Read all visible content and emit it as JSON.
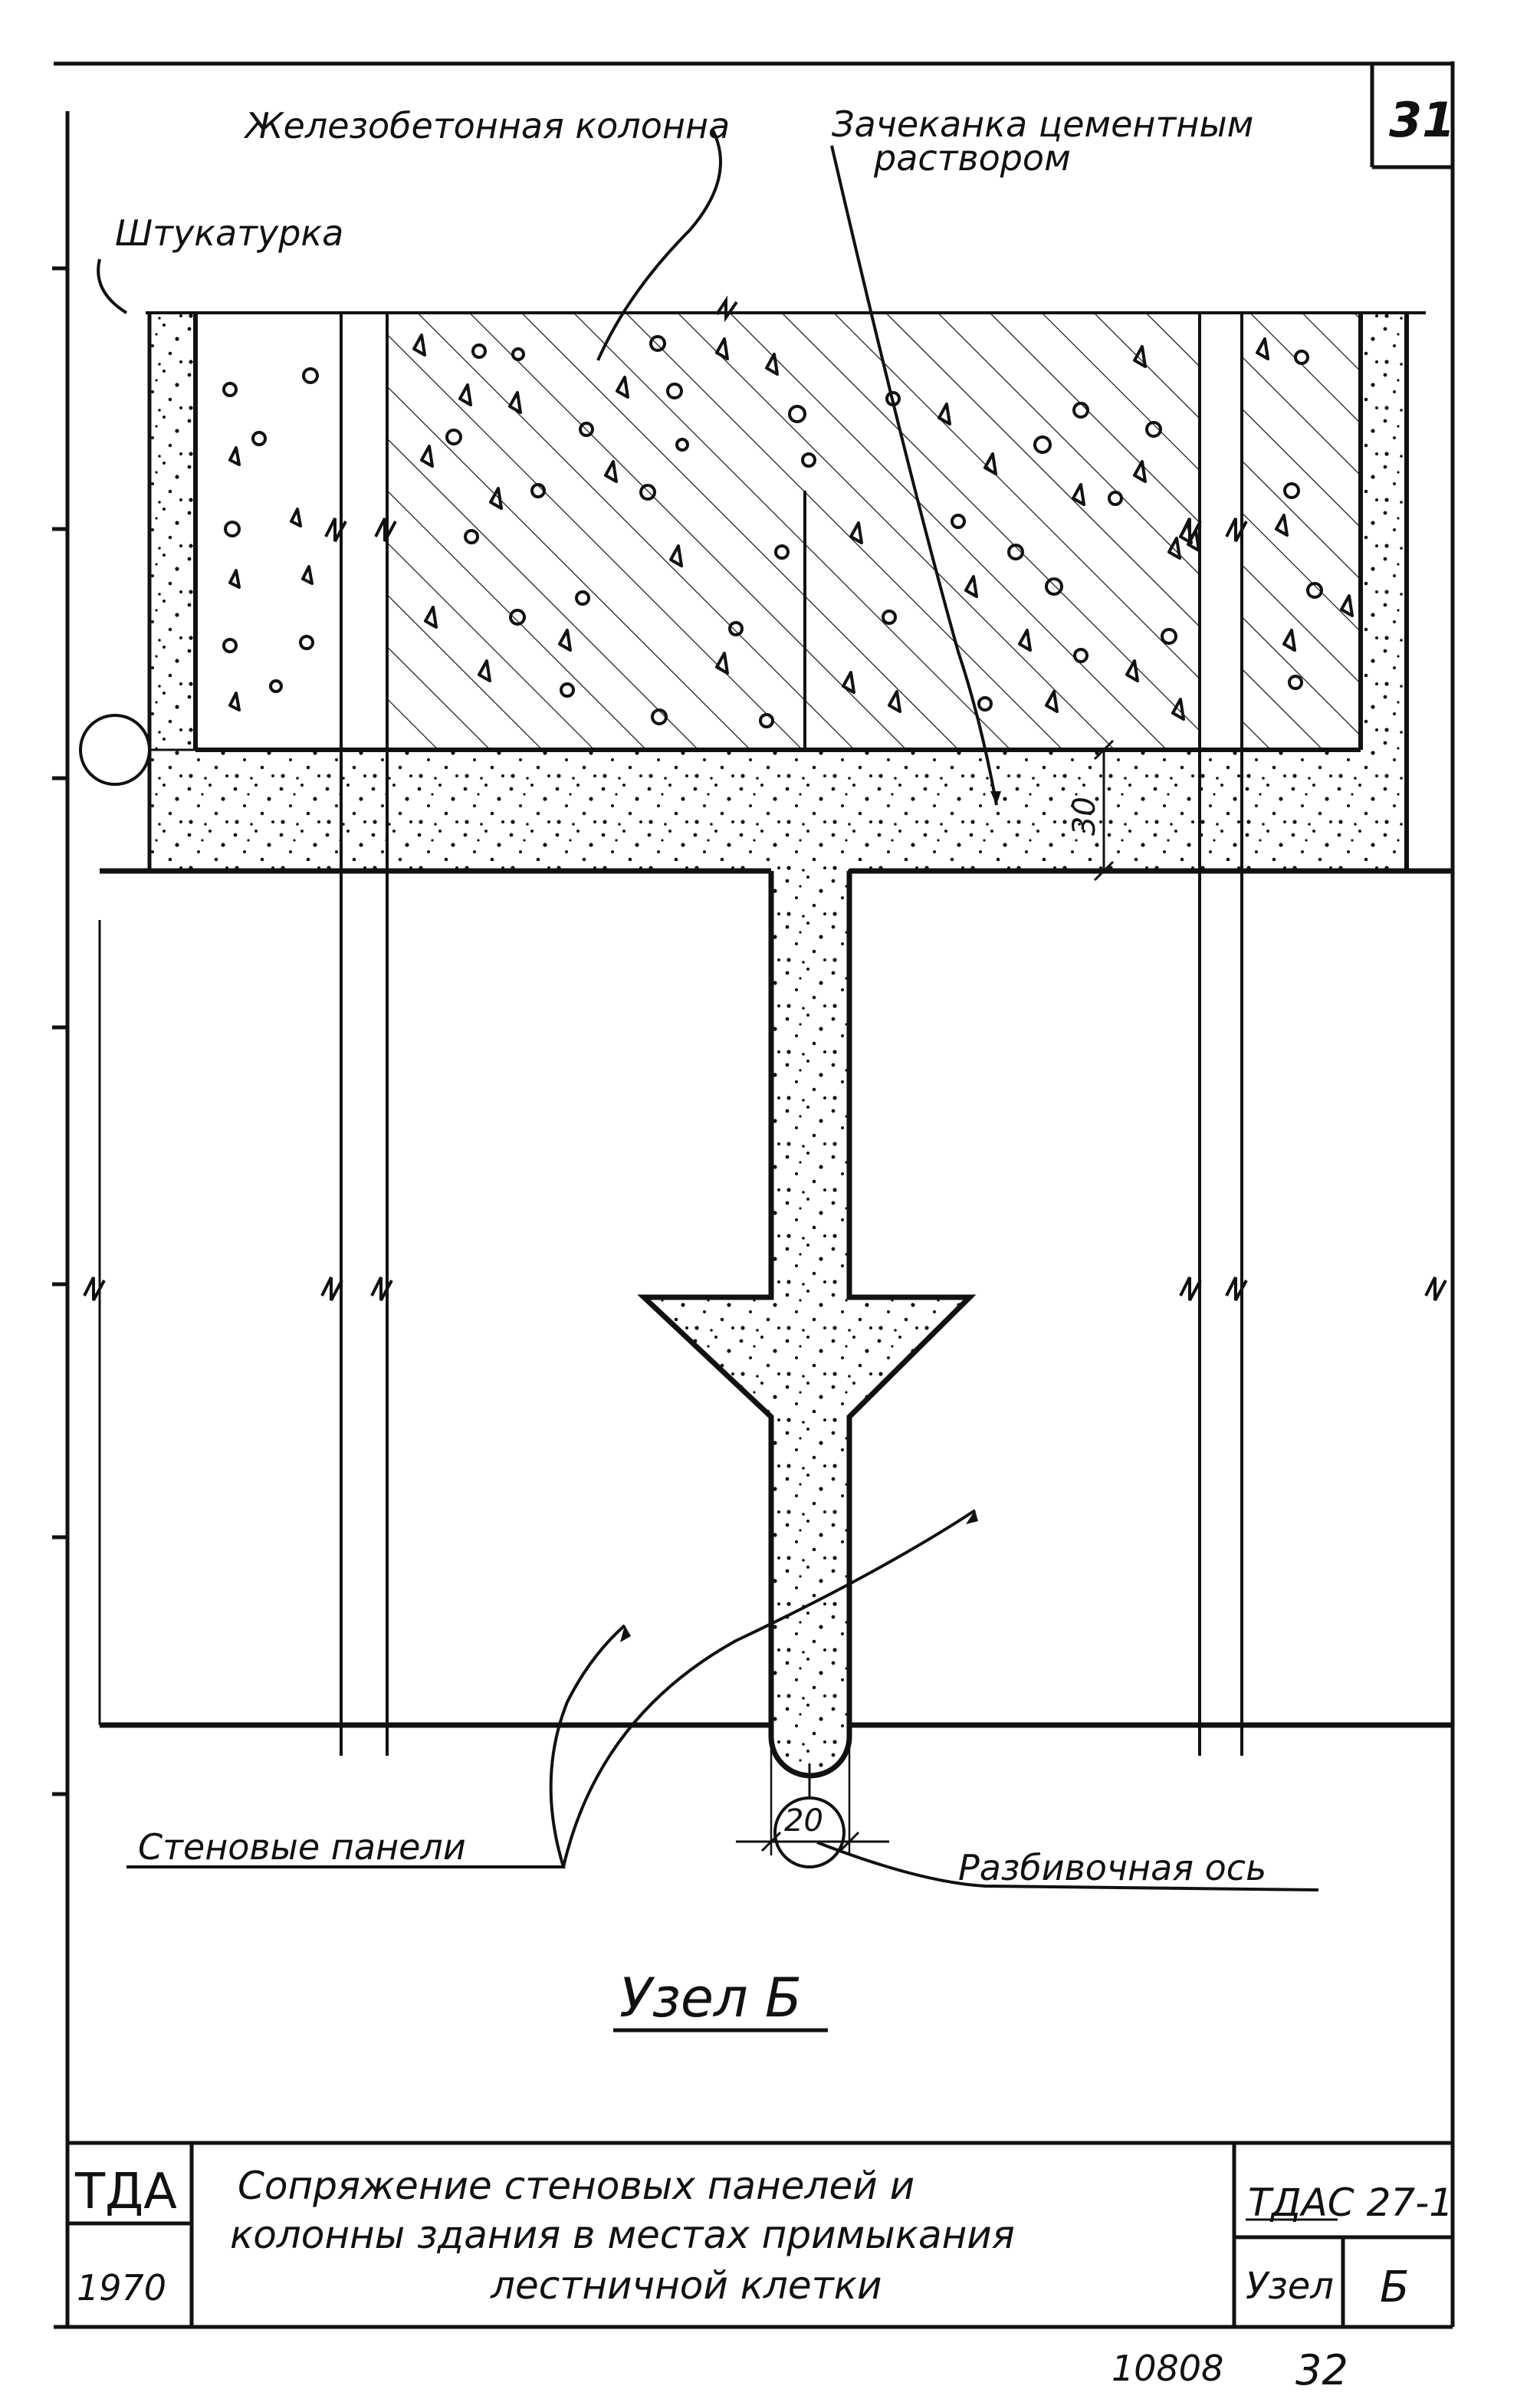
{
  "sheet": {
    "page_number": "31",
    "bottom_number": "10808",
    "bottom_page": "32"
  },
  "labels": {
    "column": "Железобетонная колонна",
    "mortar_line1": "Зачеканка цементным",
    "mortar_line2": "раствором",
    "plaster": "Штукатурка",
    "panels": "Стеновые панели",
    "axis": "Разбивочная ось",
    "node_title": "Узел Б"
  },
  "dimensions": {
    "gap": "30",
    "joint_width": "20"
  },
  "title_block": {
    "org": "ТДА",
    "year": "1970",
    "title_line1": "Сопряжение стеновых панелей и",
    "title_line2": "колонны здания в местах примыкания",
    "title_line3": "лестничной клетки",
    "code": "ТДАС 27-1",
    "node_label": "Узел",
    "node_letter": "Б"
  },
  "colors": {
    "ink": "#111111",
    "paper": "#ffffff"
  }
}
